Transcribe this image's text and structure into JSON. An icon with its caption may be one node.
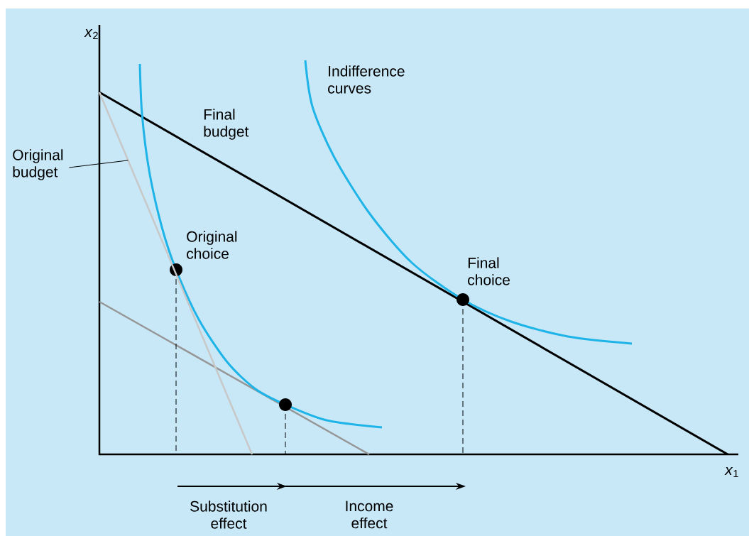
{
  "diagram": {
    "nodes": [
      {
        "text": [
          "Original budget"
        ]
      },
      {
        "text": [],
        "shape": "line"
      }
    ],
    "edges": [
      {
        "from": 0,
        "to": 1,
        "arrow": "none"
      }
    ],
    "labels": [
      "*x*$_{2}$",
      "Indifference curves",
      "Final budget",
      "Original choice",
      "Final choice",
      "*x*$_{1}$",
      "Substitution effect",
      "Income effect"
    ]
  }
}
